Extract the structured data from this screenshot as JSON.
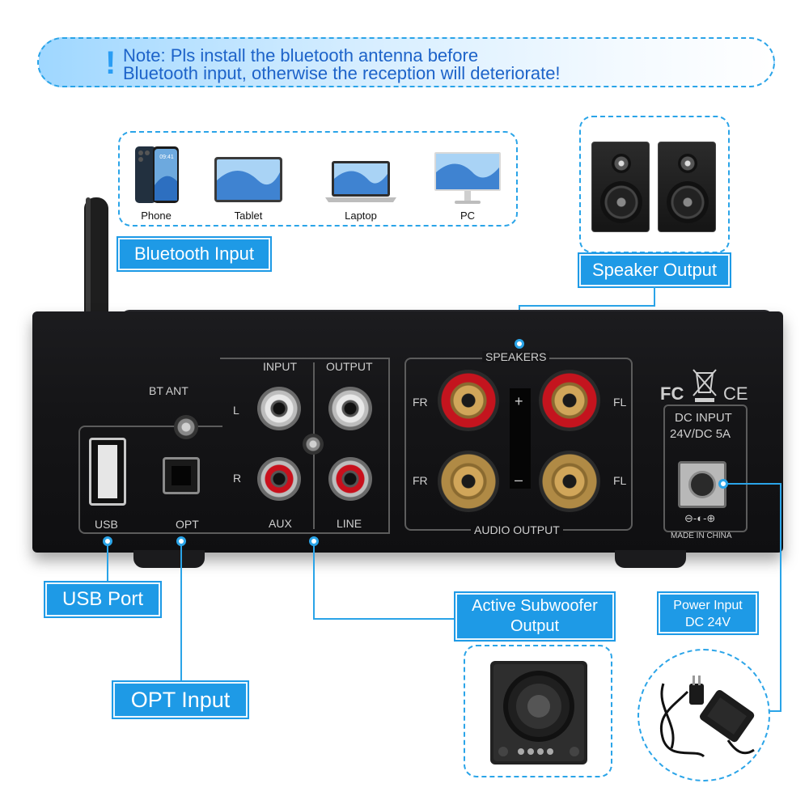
{
  "note": {
    "icon": "exclamation-icon",
    "line1": "Note: Pls install the bluetooth antenna before",
    "line2": "Bluetooth input, otherwise the reception will deteriorate!"
  },
  "devices": [
    {
      "label": "Phone",
      "icon": "phone-icon"
    },
    {
      "label": "Tablet",
      "icon": "tablet-icon"
    },
    {
      "label": "Laptop",
      "icon": "laptop-icon"
    },
    {
      "label": "PC",
      "icon": "monitor-icon"
    }
  ],
  "phone_screen_time": "09:41",
  "callouts": {
    "bluetooth_input": "Bluetooth Input",
    "speaker_output": "Speaker Output",
    "usb_port": "USB Port",
    "opt_input": "OPT Input",
    "subwoofer_line1": "Active Subwoofer",
    "subwoofer_line2": "Output",
    "power_line1": "Power Input",
    "power_line2": "DC 24V"
  },
  "panel": {
    "bt_ant": "BT ANT",
    "input": "INPUT",
    "output": "OUTPUT",
    "l": "L",
    "r": "R",
    "aux": "AUX",
    "line": "LINE",
    "usb": "USB",
    "opt": "OPT",
    "speakers": "SPEAKERS",
    "audio_output": "AUDIO OUTPUT",
    "fr": "FR",
    "fl": "FL",
    "plus": "+",
    "minus": "–",
    "fc": "FC",
    "ce": "CE",
    "dc_input": "DC INPUT",
    "dc_rating": "24V/DC 5A",
    "polarity": "⊖-◐-⊕",
    "made_in": "MADE IN CHINA"
  },
  "colors": {
    "accent": "#1e9ae6",
    "dashed_border": "#2aa4e8",
    "note_text": "#1d63c9",
    "rca_red": "#c8101c",
    "rca_white": "#e8e8e8",
    "post_red": "#c4141e",
    "post_gold": "#b08a45"
  }
}
